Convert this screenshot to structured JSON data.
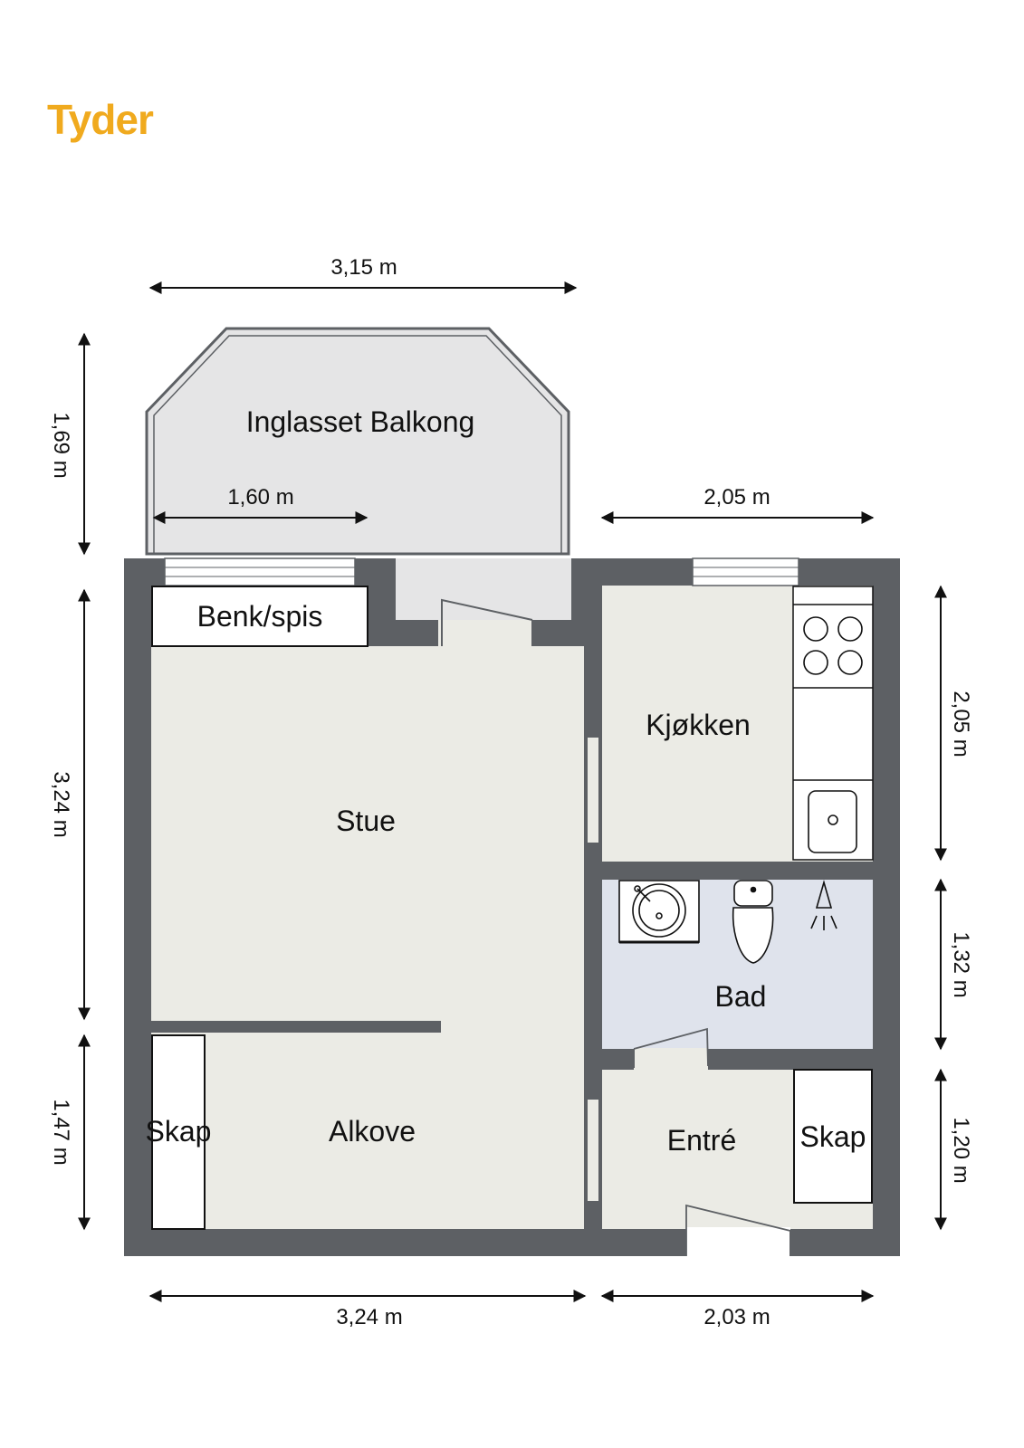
{
  "brand": {
    "name": "Tyder",
    "color": "#f0aa1e"
  },
  "colors": {
    "wall": "#5d6064",
    "balcony": "#e5e5e6",
    "floor": "#ebebe5",
    "bath": "#dfe3ec",
    "fixture": "#ffffff",
    "line": "#111111"
  },
  "rooms": {
    "balkong": "Inglasset Balkong",
    "benk": "Benk/spis",
    "stue": "Stue",
    "kjokken": "Kjøkken",
    "bad": "Bad",
    "alkove": "Alkove",
    "skap_left": "Skap",
    "entre": "Entré",
    "skap_right": "Skap"
  },
  "dimensions": {
    "top_balcony_width": "3,15 m",
    "balcony_inner": "1,60 m",
    "kitchen_width_top": "2,05 m",
    "left_balcony_depth": "1,69 m",
    "left_stue_depth": "3,24 m",
    "left_alkove_depth": "1,47 m",
    "right_kitchen_depth": "2,05 m",
    "right_bad_depth": "1,32 m",
    "right_entre_depth": "1,20 m",
    "bottom_left_width": "3,24 m",
    "bottom_right_width": "2,03 m"
  }
}
